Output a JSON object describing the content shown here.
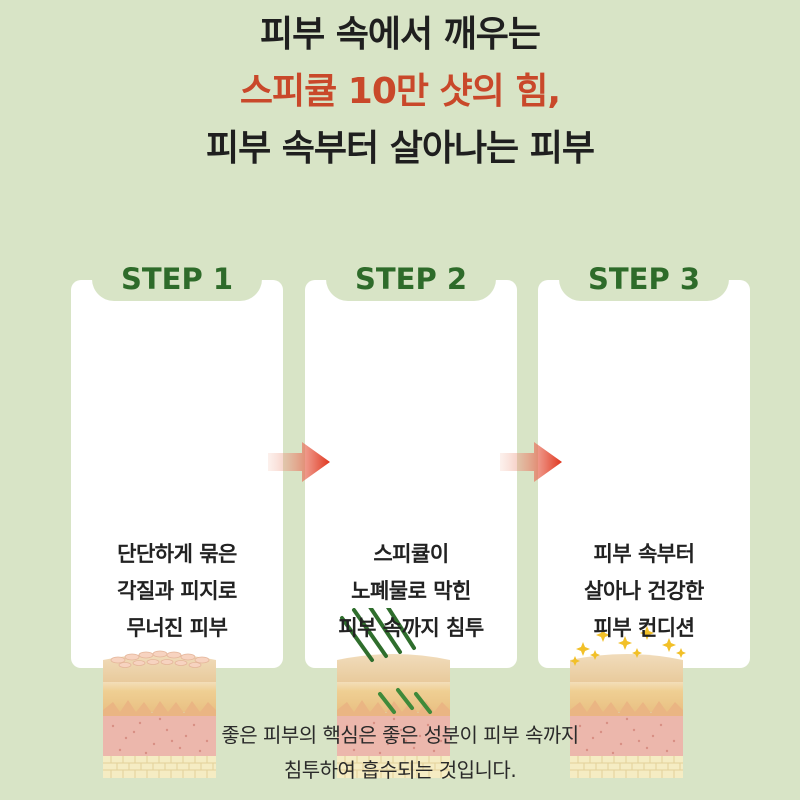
{
  "headline": {
    "line1": "피부 속에서 깨우는",
    "line2": "스피큘 10만 샷의 힘,",
    "line3": "피부 속부터 살아나는 피부"
  },
  "steps": [
    {
      "label": "STEP 1",
      "lines": [
        "단단하게 묶은",
        "각질과 피지로",
        "무너진 피부"
      ]
    },
    {
      "label": "STEP 2",
      "lines": [
        "스피큘이",
        "노폐물로 막힌",
        "피부 속까지 침투"
      ]
    },
    {
      "label": "STEP 3",
      "lines": [
        "피부 속부터",
        "살아나 건강한",
        "피부 컨디션"
      ]
    }
  ],
  "footer": {
    "line1": "좋은 피부의 핵심은 좋은 성분이 피부 속까지",
    "line2": "침투하여 흡수되는 것입니다."
  },
  "icons": {
    "skin": "skin-cross-section-icon",
    "spicule": "spicule-needle-icon",
    "sparkle": "sparkle-icon",
    "arrow": "arrow-right-icon"
  },
  "colors": {
    "background": "#d8e4c6",
    "accent": "#c9482a",
    "step_label": "#2e6b2a",
    "text": "#1f1f1f"
  }
}
